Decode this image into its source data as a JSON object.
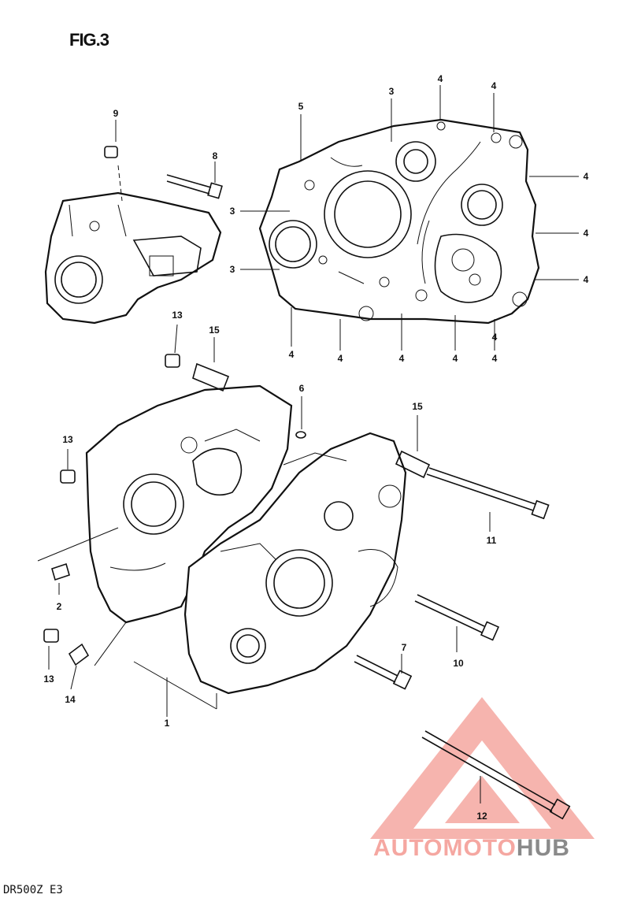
{
  "figure": {
    "title": "FIG.3",
    "model_code": "DR500Z E3"
  },
  "callouts": {
    "c1": "1",
    "c2": "2",
    "c3a": "3",
    "c3b": "3",
    "c3c": "3",
    "c4a": "4",
    "c4b": "4",
    "c4c": "4",
    "c4d": "4",
    "c4e": "4",
    "c4f": "4",
    "c4g": "4",
    "c4h": "4",
    "c4i": "4",
    "c4j": "4",
    "c4k": "4",
    "c5": "5",
    "c6": "6",
    "c7": "7",
    "c8": "8",
    "c9": "9",
    "c10": "10",
    "c11": "11",
    "c12": "12",
    "c13a": "13",
    "c13b": "13",
    "c13c": "13",
    "c14": "14",
    "c15a": "15",
    "c15b": "15"
  },
  "watermark": {
    "part1": "AUTOMOTO",
    "part2": "HUB",
    "color_primary": "#f5a7a1",
    "color_secondary": "#8a8a8a"
  }
}
